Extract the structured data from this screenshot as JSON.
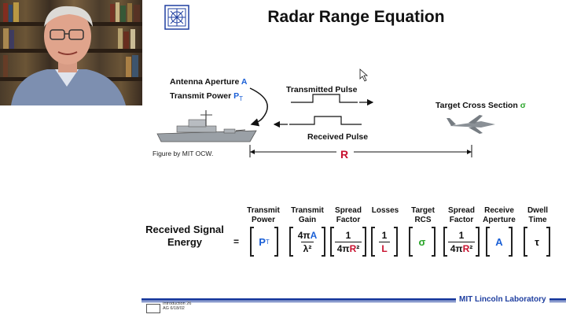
{
  "slide": {
    "title": "Radar Range Equation",
    "credit": "Figure by MIT OCW."
  },
  "diagram": {
    "antenna_aperture_text": "Antenna Aperture ",
    "antenna_aperture_symbol": "A",
    "transmit_power_text": "Transmit Power ",
    "transmit_power_symbol": "P",
    "transmit_power_sub": "T",
    "transmitted_pulse": "Transmitted Pulse",
    "received_pulse": "Received Pulse",
    "target_cross_section_text": "Target Cross Section ",
    "target_cross_section_symbol": "σ",
    "range_label": "R"
  },
  "equation": {
    "lhs": "Received Signal Energy",
    "equals": "=",
    "columns": [
      {
        "header": "Transmit Power",
        "num": "P",
        "sub": "T"
      },
      {
        "header": "Transmit Gain",
        "num": "4πA",
        "den": "λ²"
      },
      {
        "header": "Spread Factor",
        "num": "1",
        "den": "4πR²"
      },
      {
        "header": "Losses",
        "num": "1",
        "den": "L"
      },
      {
        "header": "Target RCS",
        "num": "σ"
      },
      {
        "header": "Spread Factor",
        "num": "1",
        "den": "4πR²"
      },
      {
        "header": "Receive Aperture",
        "num": "A"
      },
      {
        "header": "Dwell Time",
        "num": "τ"
      }
    ]
  },
  "footer": {
    "org": "MIT Lincoln Laboratory",
    "note_line1": "Introduction 26",
    "note_line2": "AG 6/18/02"
  },
  "colors": {
    "blue": "#1a5fd6",
    "red": "#c8102e",
    "green": "#2aa52a",
    "footer_blue": "#1f3fa0"
  }
}
